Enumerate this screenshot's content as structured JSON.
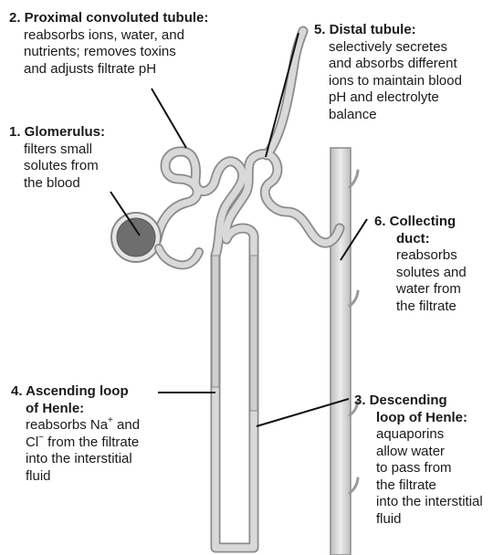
{
  "labels": {
    "proximal": {
      "title": "2. Proximal convoluted tubule:",
      "lines": [
        "reabsorbs ions, water, and",
        "nutrients; removes toxins",
        "and adjusts filtrate pH"
      ]
    },
    "glomerulus": {
      "title": "1. Glomerulus:",
      "lines": [
        "filters small",
        "solutes from",
        "the blood"
      ]
    },
    "distal": {
      "title": "5. Distal tubule:",
      "lines": [
        "selectively secretes",
        "and absorbs different",
        "ions to maintain blood",
        "pH and electrolyte",
        "balance"
      ]
    },
    "collecting": {
      "title": "6. Collecting",
      "title2": "duct:",
      "lines": [
        "reabsorbs",
        "solutes and",
        "water from",
        "the filtrate"
      ]
    },
    "ascending": {
      "title": "4. Ascending loop",
      "title2": "of Henle:",
      "line1_pre": "reabsorbs Na",
      "line1_sup": "+",
      "line1_post": " and",
      "line2_pre": "Cl",
      "line2_sup": "−",
      "line2_post": " from the filtrate",
      "lines": [
        "into the interstitial",
        "fluid"
      ]
    },
    "descending": {
      "title": "3. Descending",
      "title2": "loop of Henle:",
      "lines": [
        "aquaporins",
        "allow water",
        "to pass from",
        "the filtrate",
        "into the interstitial fluid"
      ]
    }
  },
  "colors": {
    "tubule_fill": "#d4d4d4",
    "tubule_outline": "#8a8a8a",
    "glomerulus_fill": "#6e6e6e",
    "capsule_outline": "#8a8a8a",
    "leader_line": "#111111"
  }
}
